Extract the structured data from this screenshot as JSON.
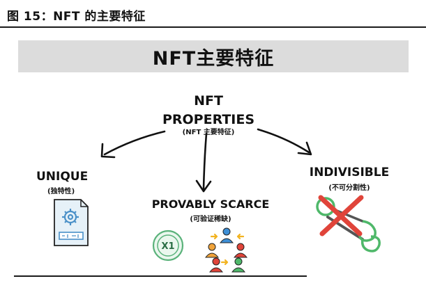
{
  "figure": {
    "title": "图 15：NFT 的主要特征"
  },
  "banner": {
    "title": "NFT主要特征"
  },
  "root": {
    "label_line1": "NFT",
    "label_line2": "PROPERTIES",
    "sub": "(NFT 主要特征)"
  },
  "properties": [
    {
      "label": "UNIQUE",
      "sub": "(独特性)",
      "icon": "document-gear-icon"
    },
    {
      "label": "PROVABLY SCARCE",
      "sub": "(可验证稀缺)",
      "icon": "token-and-people-icon"
    },
    {
      "label": "INDIVISIBLE",
      "sub": "(不可分割性)",
      "icon": "crossed-scissors-icon"
    }
  ],
  "token": {
    "text": "X1"
  }
}
